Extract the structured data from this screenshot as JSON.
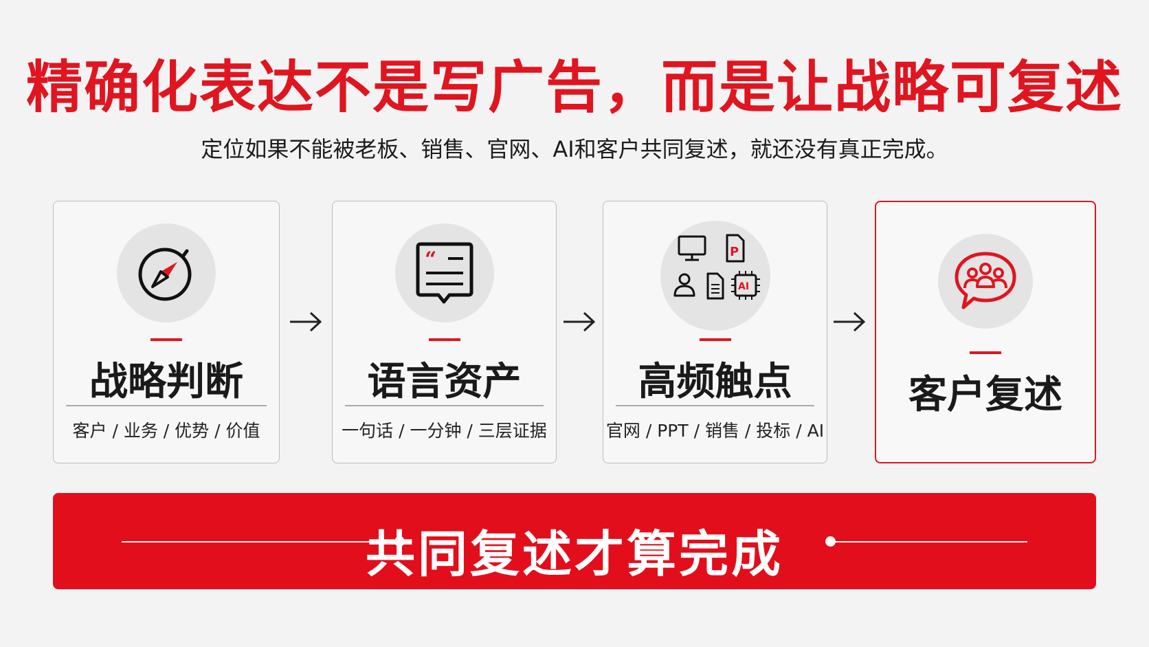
{
  "title": "精确化表达不是写广告，而是让战略可复述",
  "subtitle": "定位如果不能被老板、销售、官网、AI和客户共同复述，就还没有真正完成。",
  "steps": [
    {
      "title": "战略判断",
      "subtitle": "客户 / 业务 / 优势 / 价值",
      "icon": "compass-icon"
    },
    {
      "title": "语言资产",
      "subtitle": "一句话 / 一分钟 / 三层证据",
      "icon": "quote-document-icon"
    },
    {
      "title": "高频触点",
      "subtitle": "官网 / PPT / 销售 / 投标 / AI",
      "icon": "touchpoints-icon",
      "icon_labels": {
        "ppt": "P",
        "ai": "AI"
      }
    },
    {
      "title": "客户复述",
      "subtitle": "",
      "icon": "group-chat-icon"
    }
  ],
  "banner": "共同复述才算完成",
  "colors": {
    "accent": "#e0151f",
    "banner": "#e30e1b",
    "background": "#f3f3f4"
  }
}
